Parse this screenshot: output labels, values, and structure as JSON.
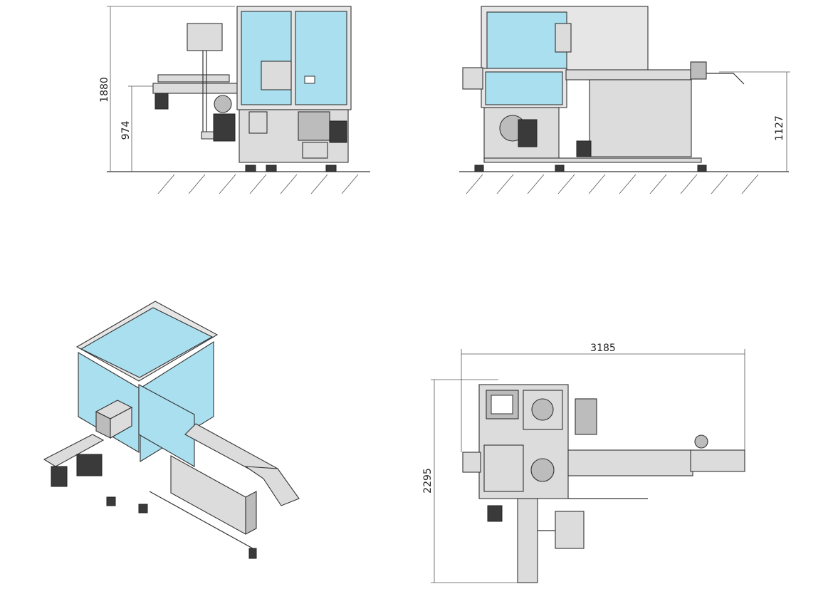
{
  "dimensions": {
    "front_height_total": "1880",
    "front_height_conveyor": "974",
    "side_height_conveyor": "1127",
    "top_length": "3185",
    "top_width": "2295"
  },
  "colors": {
    "glass": "#a9dfee",
    "metal": "#dcdcdc",
    "outline": "#333333"
  }
}
